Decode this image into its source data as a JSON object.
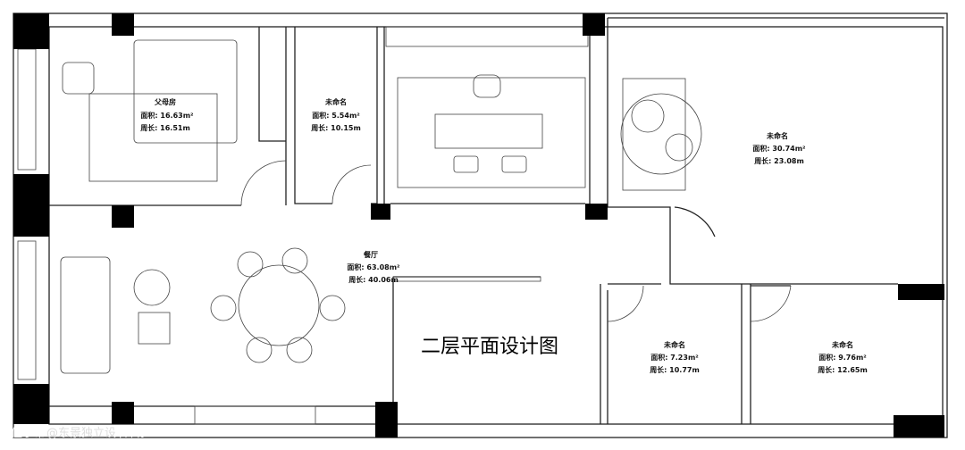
{
  "title": "二层平面设计图",
  "rooms": [
    {
      "name": "父母房",
      "area": "面积: 16.63m²",
      "perimeter": "周长: 16.51m"
    },
    {
      "name": "未命名",
      "area": "面积: 5.54m²",
      "perimeter": "周长: 10.15m"
    },
    {
      "name": "未命名",
      "area": "面积: 30.74m²",
      "perimeter": "周长: 23.08m"
    },
    {
      "name": "餐厅",
      "area": "面积: 63.08m²",
      "perimeter": "周长: 40.06m"
    },
    {
      "name": "未命名",
      "area": "面积: 7.23m²",
      "perimeter": "周长: 10.77m"
    },
    {
      "name": "未命名",
      "area": "面积: 9.76m²",
      "perimeter": "周长: 12.65m"
    }
  ],
  "watermark": {
    "a": "住小帮",
    "b": "@东景独立设",
    "c": "计师徐"
  }
}
